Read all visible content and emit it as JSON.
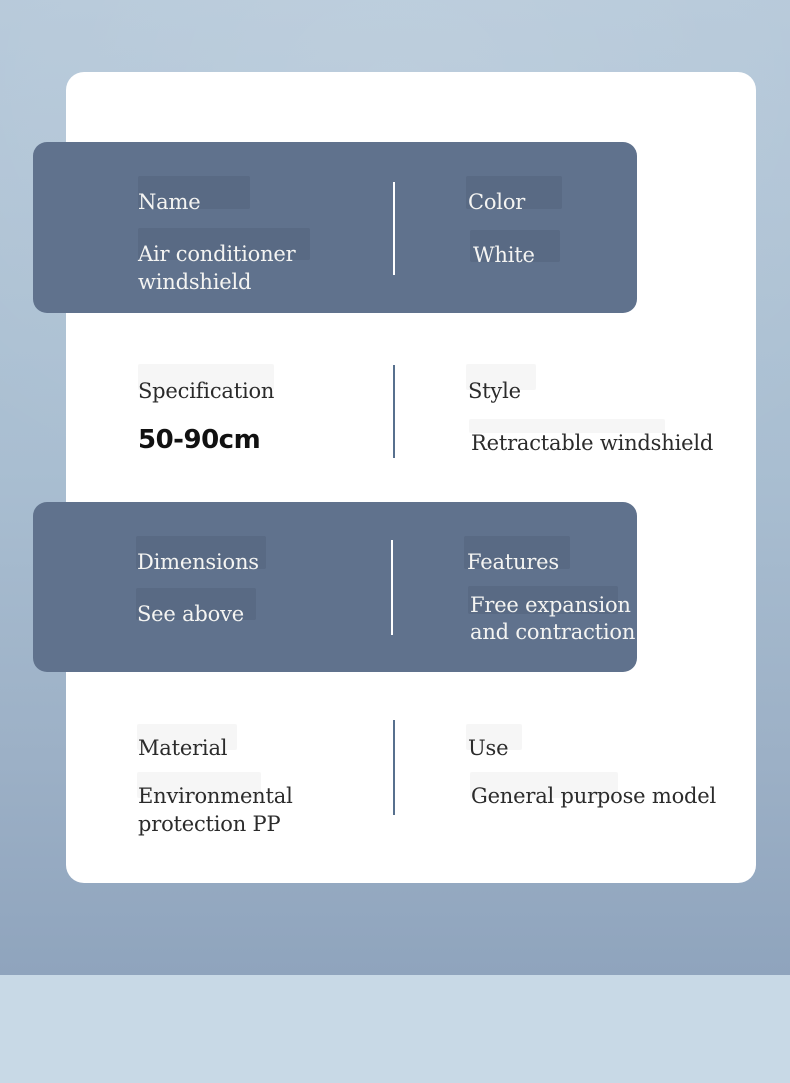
{
  "page": {
    "description_label": "Product specification card",
    "colors": {
      "band": "#60728d",
      "card": "#ffffff",
      "bg-top": "#b5c8d9",
      "bg-mid": "#a9bed1",
      "bg-deep": "#8fa4bd",
      "footer": "#c8d9e6",
      "divider-dark": "#57708e",
      "text-dark-row": "#f4f4f2",
      "text-light-row": "#2b2b2b",
      "value-strong": "#111111"
    }
  },
  "spec_table": {
    "rows": [
      {
        "style": "dark-band",
        "left": {
          "label": "Name",
          "value": "Air conditioner\nwindshield"
        },
        "right": {
          "label": "Color",
          "value": "White"
        }
      },
      {
        "style": "white",
        "left": {
          "label": "Specification",
          "value": "50-90cm"
        },
        "right": {
          "label": "Style",
          "value": "Retractable windshield"
        }
      },
      {
        "style": "dark-band",
        "left": {
          "label": "Dimensions",
          "value": "See above"
        },
        "right": {
          "label": "Features",
          "value": "Free expansion\nand contraction"
        }
      },
      {
        "style": "white",
        "left": {
          "label": "Material",
          "value": "Environmental\nprotection PP"
        },
        "right": {
          "label": "Use",
          "value": "General purpose model"
        }
      }
    ]
  }
}
